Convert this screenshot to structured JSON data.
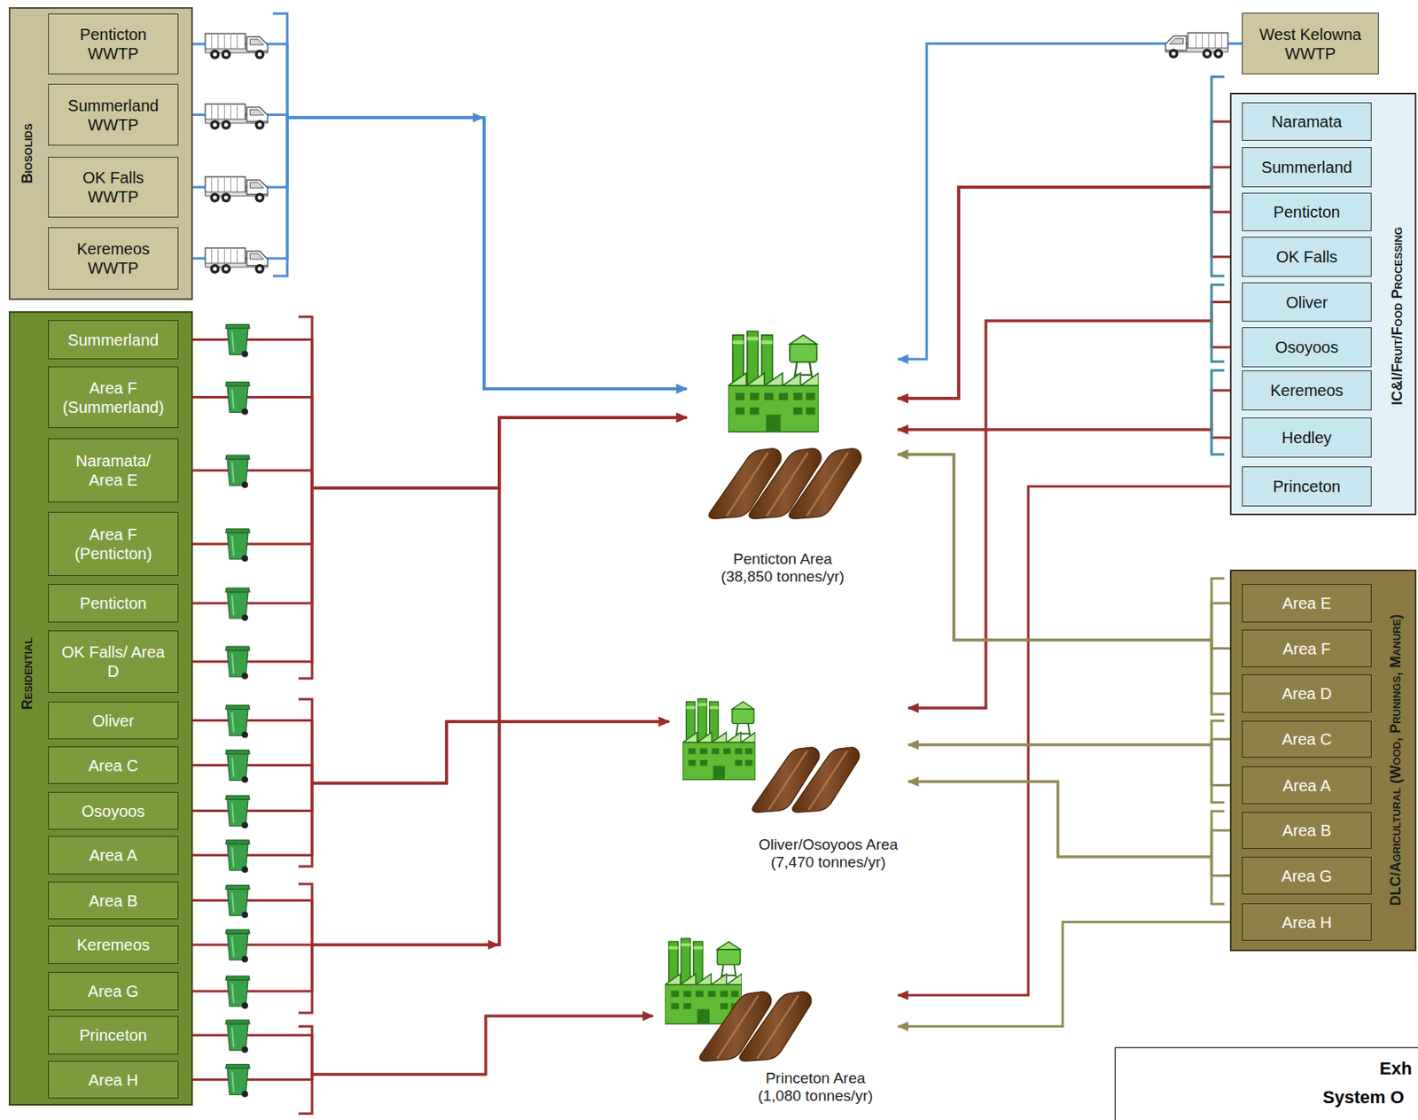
{
  "diagram": {
    "nodes": [
      {
        "text": [
          "Biosolids"
        ]
      },
      {
        "text": [
          "Penticton WWTP"
        ],
        "in": 0
      },
      {
        "text": [
          "Summerland WWTP"
        ],
        "in": 0
      },
      {
        "text": [
          "OK Falls WWTP"
        ],
        "in": 0
      },
      {
        "text": [
          "Keremeos WWTP"
        ],
        "in": 0
      },
      {
        "text": [
          "West Kelowna WWTP"
        ]
      },
      {
        "text": [
          "IC&I/Fruit/Food Processing"
        ]
      },
      {
        "text": [
          "Naramata"
        ],
        "in": 6
      },
      {
        "text": [
          "Summerland"
        ],
        "in": 6
      },
      {
        "text": [
          "Penticton"
        ],
        "in": 6
      },
      {
        "text": [
          "OK Falls"
        ],
        "in": 6
      },
      {
        "text": [
          "Oliver"
        ],
        "in": 6
      },
      {
        "text": [
          "Osoyoos"
        ],
        "in": 6
      },
      {
        "text": [
          "Keremeos"
        ],
        "in": 6
      },
      {
        "text": [
          "Hedley"
        ],
        "in": 6
      },
      {
        "text": [
          "Princeton"
        ],
        "in": 6
      },
      {
        "text": [
          "Residential"
        ]
      },
      {
        "text": [
          "Summerland"
        ],
        "in": 16
      },
      {
        "text": [
          "Area F (Summerland)"
        ],
        "in": 16
      },
      {
        "text": [
          "Naramata/ Area E"
        ],
        "in": 16
      },
      {
        "text": [
          "Area F (Penticton)"
        ],
        "in": 16
      },
      {
        "text": [
          "Penticton"
        ],
        "in": 16
      },
      {
        "text": [
          "OK Falls/ Area D"
        ],
        "in": 16
      },
      {
        "text": [
          "Oliver"
        ],
        "in": 16
      },
      {
        "text": [
          "Area C"
        ],
        "in": 16
      },
      {
        "text": [
          "Osoyoos"
        ],
        "in": 16
      },
      {
        "text": [
          "Area A"
        ],
        "in": 16
      },
      {
        "text": [
          "Area B"
        ],
        "in": 16
      },
      {
        "text": [
          "Keremeos"
        ],
        "in": 16
      },
      {
        "text": [
          "Area G"
        ],
        "in": 16
      },
      {
        "text": [
          "Princeton"
        ],
        "in": 16
      },
      {
        "text": [
          "Area H"
        ],
        "in": 16
      },
      {
        "text": [
          "Penticton Area (38,850 tonnes/yr)"
        ]
      },
      {
        "text": [
          "Oliver/Osoyoos Area (7,470 tonnes/yr)"
        ]
      },
      {
        "text": [
          "Princeton Area (1,080 tonnes/yr)"
        ]
      },
      {
        "text": [
          "DLC/Agricultural (Wood, Prunings, Manure)"
        ]
      },
      {
        "text": [
          "Area E"
        ],
        "in": 35
      },
      {
        "text": [
          "Area F"
        ],
        "in": 35
      },
      {
        "text": [
          "Area D"
        ],
        "in": 35
      },
      {
        "text": [
          "Area C"
        ],
        "in": 35
      },
      {
        "text": [
          "Area A"
        ],
        "in": 35
      },
      {
        "text": [
          "Area B"
        ],
        "in": 35
      },
      {
        "text": [
          "Area G"
        ],
        "in": 35
      },
      {
        "text": [
          "Area H"
        ],
        "in": 35
      },
      {
        "text": [
          "Exh",
          "System O"
        ]
      }
    ],
    "edges": [
      {
        "from": 1,
        "to": 32,
        "arrow": "to"
      },
      {
        "from": 2,
        "to": 32,
        "arrow": "to"
      },
      {
        "from": 3,
        "to": 32,
        "arrow": "to"
      },
      {
        "from": 4,
        "to": 32,
        "arrow": "to"
      },
      {
        "from": 5,
        "to": 32,
        "arrow": "to"
      },
      {
        "from": 7,
        "to": 32,
        "arrow": "to"
      },
      {
        "from": 8,
        "to": 32,
        "arrow": "to"
      },
      {
        "from": 9,
        "to": 32,
        "arrow": "to"
      },
      {
        "from": 10,
        "to": 32,
        "arrow": "to"
      },
      {
        "from": 11,
        "to": 33,
        "arrow": "to"
      },
      {
        "from": 12,
        "to": 33,
        "arrow": "to"
      },
      {
        "from": 13,
        "to": 32,
        "arrow": "to"
      },
      {
        "from": 14,
        "to": 32,
        "arrow": "to"
      },
      {
        "from": 15,
        "to": 34,
        "arrow": "to"
      },
      {
        "from": 17,
        "to": 32,
        "arrow": "to"
      },
      {
        "from": 18,
        "to": 32,
        "arrow": "to"
      },
      {
        "from": 19,
        "to": 32,
        "arrow": "to"
      },
      {
        "from": 20,
        "to": 32,
        "arrow": "to"
      },
      {
        "from": 21,
        "to": 32,
        "arrow": "to"
      },
      {
        "from": 22,
        "to": 32,
        "arrow": "to"
      },
      {
        "from": 23,
        "to": 33,
        "arrow": "to"
      },
      {
        "from": 24,
        "to": 33,
        "arrow": "to"
      },
      {
        "from": 25,
        "to": 33,
        "arrow": "to"
      },
      {
        "from": 26,
        "to": 33,
        "arrow": "to"
      },
      {
        "from": 27,
        "to": 32,
        "arrow": "to"
      },
      {
        "from": 28,
        "to": 32,
        "arrow": "to"
      },
      {
        "from": 29,
        "to": 32,
        "arrow": "to"
      },
      {
        "from": 30,
        "to": 34,
        "arrow": "to"
      },
      {
        "from": 31,
        "to": 34,
        "arrow": "to"
      },
      {
        "from": 36,
        "to": 32,
        "arrow": "to"
      },
      {
        "from": 37,
        "to": 32,
        "arrow": "to"
      },
      {
        "from": 38,
        "to": 32,
        "arrow": "to"
      },
      {
        "from": 39,
        "to": 33,
        "arrow": "to"
      },
      {
        "from": 40,
        "to": 33,
        "arrow": "to"
      },
      {
        "from": 41,
        "to": 33,
        "arrow": "to"
      },
      {
        "from": 42,
        "to": 33,
        "arrow": "to"
      },
      {
        "from": 43,
        "to": 34,
        "arrow": "to"
      }
    ]
  }
}
